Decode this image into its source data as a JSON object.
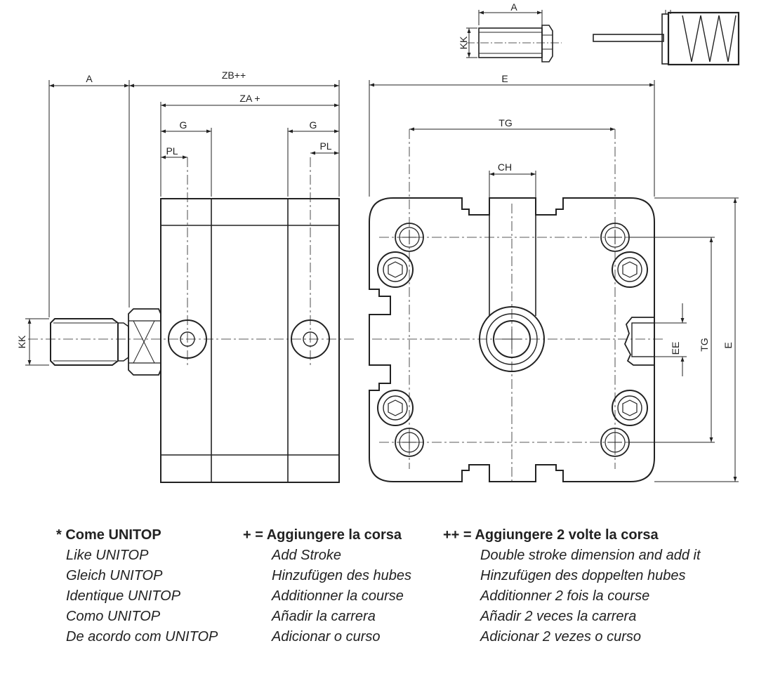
{
  "diagram": {
    "labels": {
      "a_top": "A",
      "kk_top": "KK",
      "a_side": "A",
      "zb": "ZB++",
      "za": "ZA +",
      "g_left": "G",
      "g_right": "G",
      "pl_left": "PL",
      "pl_right": "PL",
      "kk_side": "KK",
      "e_top": "E",
      "tg_top": "TG",
      "ch": "CH",
      "ee": "EE",
      "tg_side": "TG",
      "e_side": "E"
    }
  },
  "legend": {
    "col1": {
      "heading": "* Come UNITOP",
      "lines": [
        "Like UNITOP",
        "Gleich UNITOP",
        "Identique UNITOP",
        "Como UNITOP",
        "De acordo com UNITOP"
      ]
    },
    "col2": {
      "heading": "+ = Aggiungere la corsa",
      "lines": [
        "Add Stroke",
        "Hinzufügen des hubes",
        "Additionner la course",
        "Añadir la carrera",
        "Adicionar o curso"
      ]
    },
    "col3": {
      "heading": "++ = Aggiungere 2 volte la corsa",
      "lines": [
        "Double stroke dimension and add it",
        "Hinzufügen des doppelten hubes",
        "Additionner 2 fois la course",
        "Añadir 2 veces la carrera",
        "Adicionar 2 vezes o curso"
      ]
    }
  }
}
